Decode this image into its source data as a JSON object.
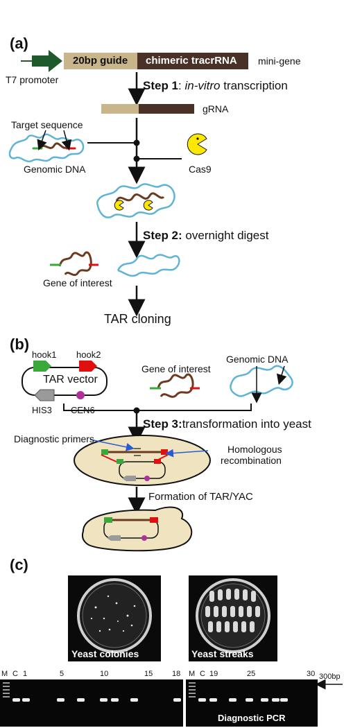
{
  "panel_a": {
    "label": "(a)",
    "guide_label": "20bp guide",
    "tracr_label": "chimeric tracrRNA",
    "minigene_label": "mini-gene",
    "t7_label": "T7 promoter",
    "step1_bold": "Step 1",
    "step1_sep": ": ",
    "step1_italic": "in-vitro",
    "step1_rest": " transcription",
    "grna_label": "gRNA",
    "target_label": "Target sequence",
    "genomic_label": "Genomic DNA",
    "cas9_label": "Cas9",
    "step2_bold": "Step 2:",
    "step2_rest": " overnight digest",
    "goi_label": "Gene of interest",
    "tar_label": "TAR cloning"
  },
  "panel_b": {
    "label": "(b)",
    "hook1": "hook1",
    "hook2": "hook2",
    "vector_label": "TAR vector",
    "his3": "HIS3",
    "cen6": "CEN6",
    "goi_label": "Gene of interest",
    "genomic_label": "Genomic DNA",
    "step3_bold": "Step 3:",
    "step3_rest": "transformation into yeast",
    "diag_primers": "Diagnostic primers",
    "homologous": "Homologous",
    "recombination": "recombination",
    "formation": "Formation of TAR/YAC"
  },
  "panel_c": {
    "label": "(c)",
    "colonies_caption": "Yeast colonies",
    "streaks_caption": "Yeast streaks",
    "gel_caption": "Diagnostic PCR",
    "size_marker": "300bp",
    "lanes_left": [
      "M",
      "C",
      "1",
      "5",
      "10",
      "15",
      "18"
    ],
    "lanes_right": [
      "M",
      "C",
      "19",
      "25",
      "30"
    ]
  },
  "colors": {
    "guide": "#c9b58c",
    "tracr": "#4a3128",
    "promoter": "#1f5a2c",
    "dna": "#5fb3d6",
    "gene": "#6b3a1f",
    "hook1": "#3aa83a",
    "hook2": "#e01010",
    "cas9": "#ffe800",
    "cell": "#efe4bf",
    "cen6": "#b0309a"
  }
}
